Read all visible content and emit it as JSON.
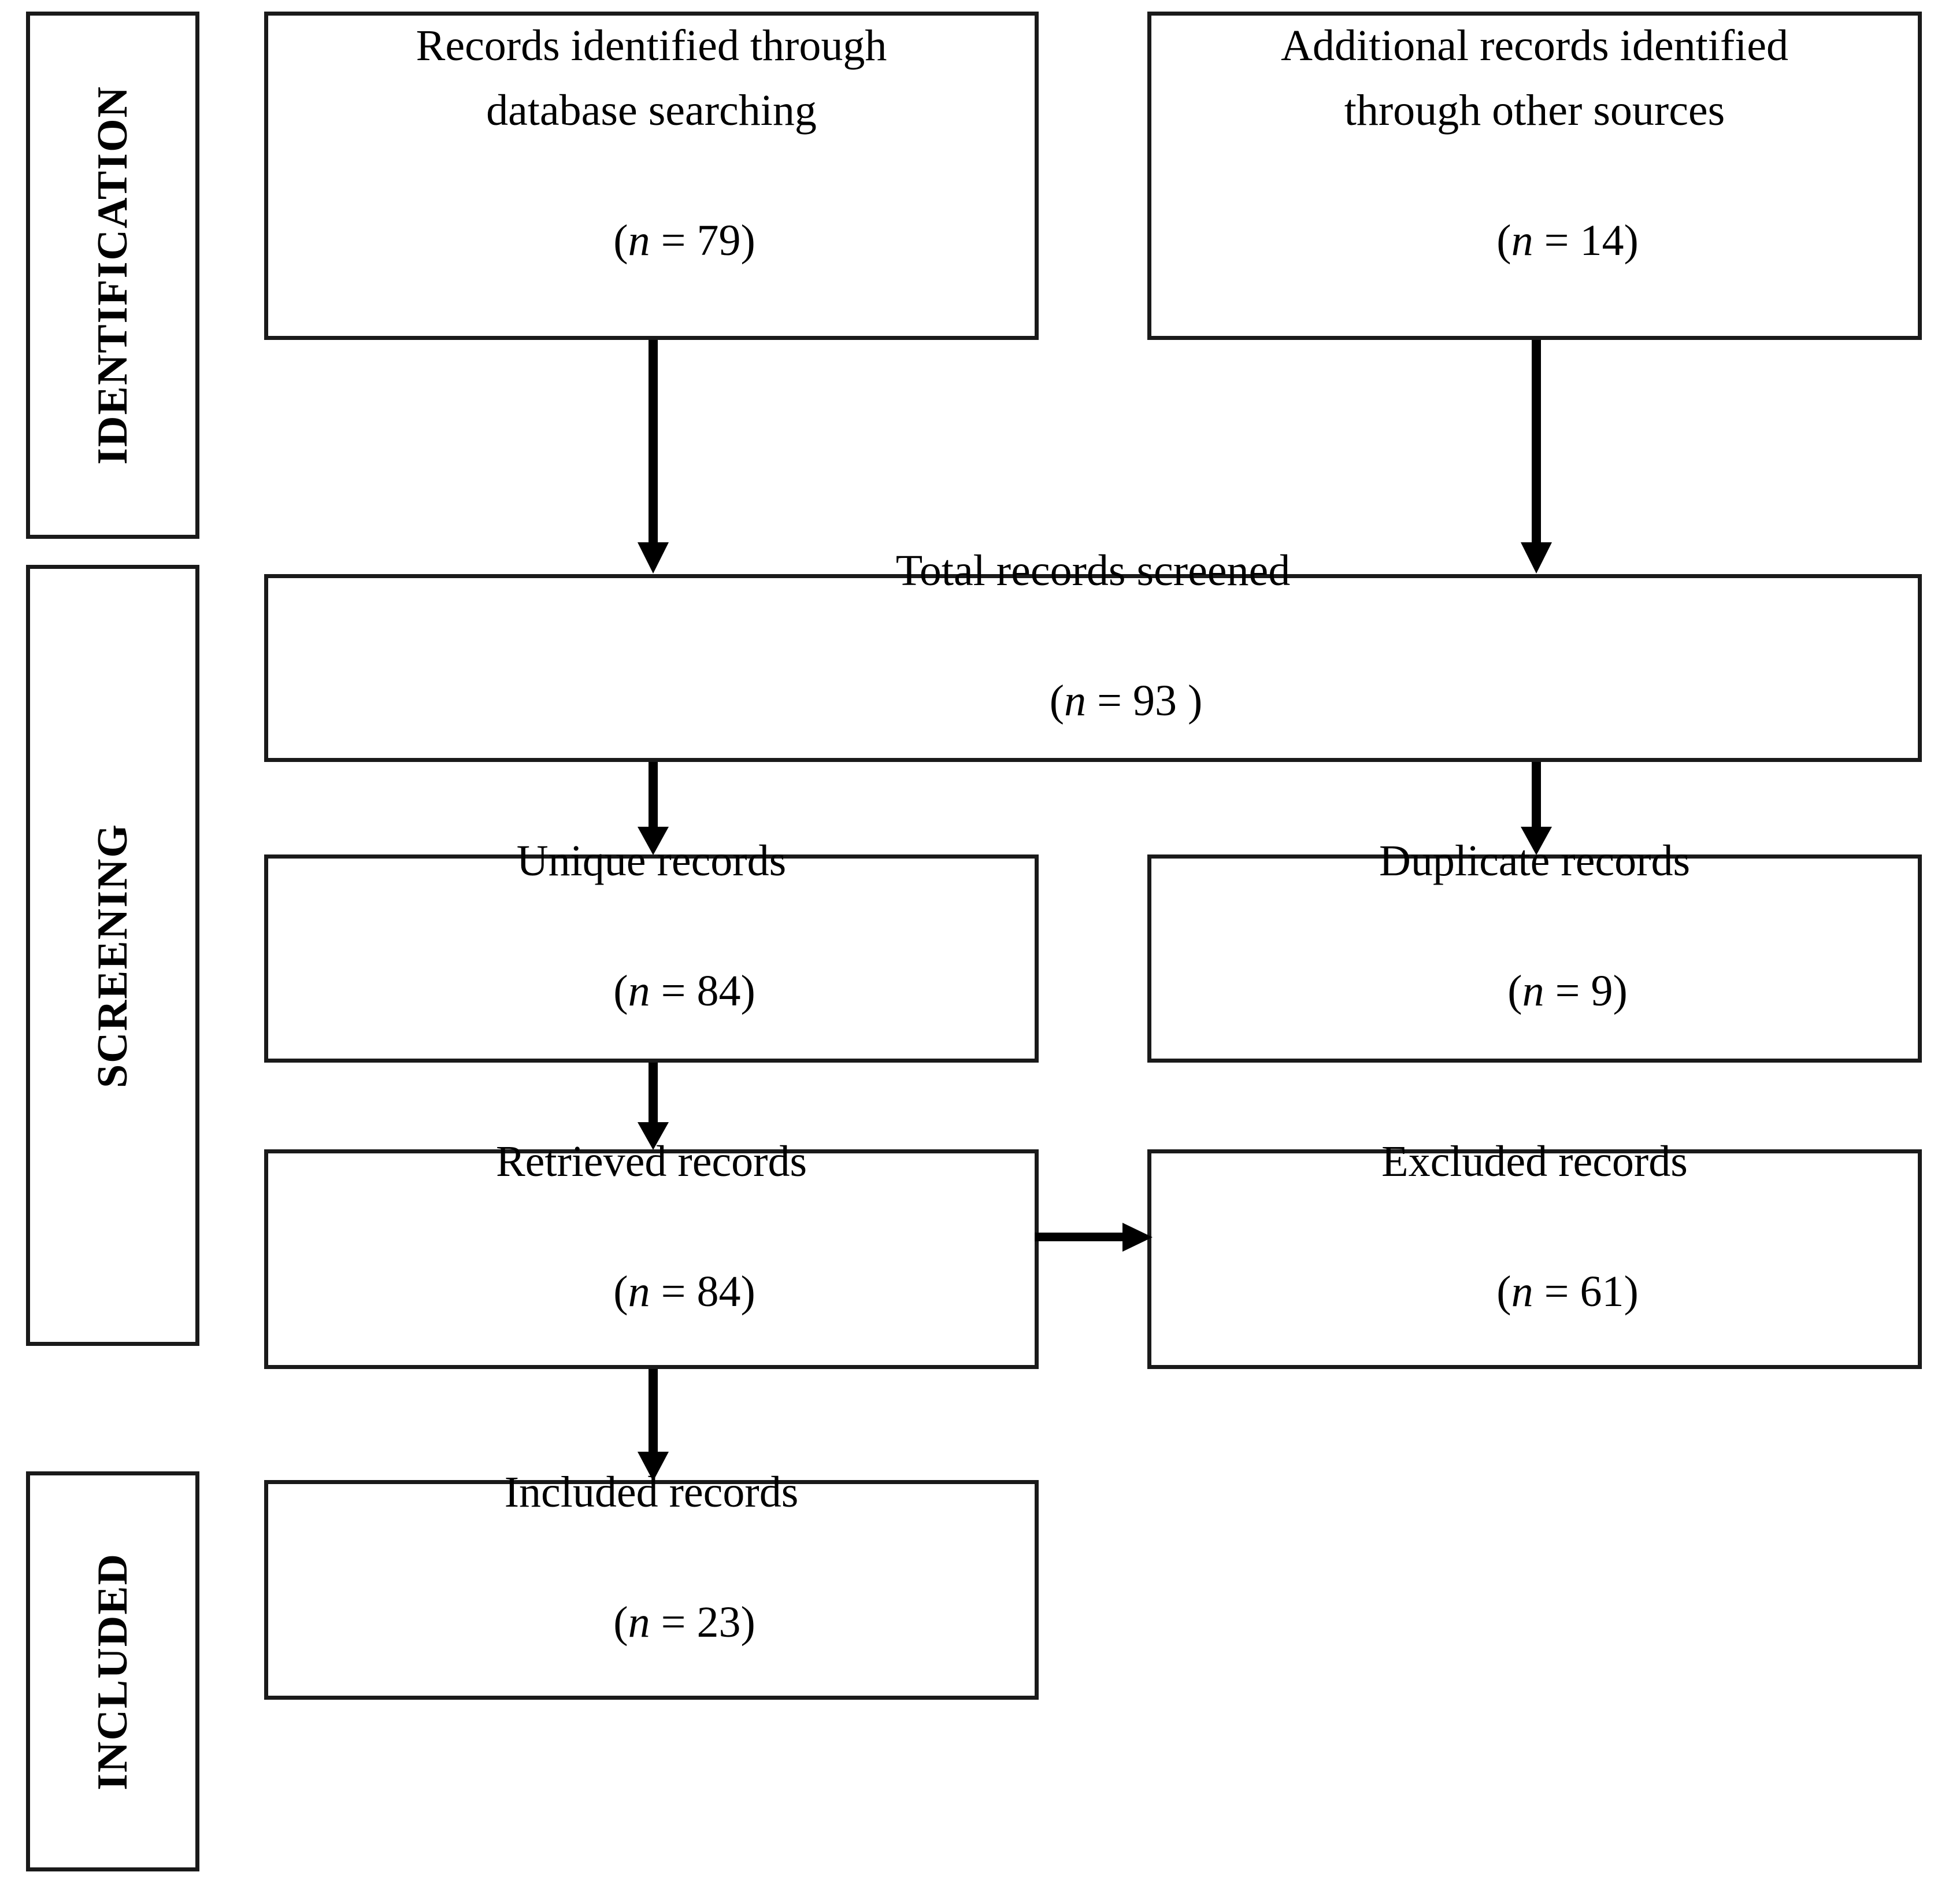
{
  "diagram": {
    "type": "prisma-flow-diagram",
    "title": "PRISMA flow diagram",
    "stages": [
      {
        "id": "identification",
        "label": "IDENTIFICATION"
      },
      {
        "id": "screening",
        "label": "SCREENING"
      },
      {
        "id": "included",
        "label": "INCLUDED"
      }
    ],
    "nodes": [
      {
        "id": "records-database",
        "lines": [
          "Records identified through",
          "database searching"
        ],
        "count_prefix": "(",
        "count_symbol": "n",
        "count_operator": " = ",
        "count_value": "79",
        "count_suffix": ")",
        "count_text": "(n = 79)"
      },
      {
        "id": "records-other-sources",
        "lines": [
          "Additional records identified",
          "through other sources"
        ],
        "count_prefix": "(",
        "count_symbol": "n",
        "count_operator": " = ",
        "count_value": "14",
        "count_suffix": ")",
        "count_text": "(n = 14)"
      },
      {
        "id": "total-screened",
        "lines": [
          "Total records screened"
        ],
        "count_prefix": "(",
        "count_symbol": "n",
        "count_operator": " = ",
        "count_value": "93",
        "count_suffix": " )",
        "count_text": "(n = 93 )"
      },
      {
        "id": "unique-records",
        "lines": [
          "Unique records"
        ],
        "count_prefix": "(",
        "count_symbol": "n",
        "count_operator": " = ",
        "count_value": "84",
        "count_suffix": ")",
        "count_text": "(n = 84)"
      },
      {
        "id": "duplicate-records",
        "lines": [
          "Duplicate records"
        ],
        "count_prefix": "(",
        "count_symbol": "n",
        "count_operator": " = ",
        "count_value": "9",
        "count_suffix": ")",
        "count_text": "(n = 9)"
      },
      {
        "id": "retrieved-records",
        "lines": [
          "Retrieved records"
        ],
        "count_prefix": "(",
        "count_symbol": "n",
        "count_operator": " = ",
        "count_value": "84",
        "count_suffix": ")",
        "count_text": "(n = 84)"
      },
      {
        "id": "excluded-records",
        "lines": [
          "Excluded records"
        ],
        "count_prefix": "(",
        "count_symbol": "n",
        "count_operator": " = ",
        "count_value": "61",
        "count_suffix": ")",
        "count_text": "(n = 61)"
      },
      {
        "id": "included-records",
        "lines": [
          "Included records"
        ],
        "count_prefix": "(",
        "count_symbol": "n",
        "count_operator": " = ",
        "count_value": "23",
        "count_suffix": ")",
        "count_text": "(n = 23)"
      }
    ],
    "edges": [
      {
        "from": "records-database",
        "to": "total-screened",
        "direction": "down"
      },
      {
        "from": "records-other-sources",
        "to": "total-screened",
        "direction": "down"
      },
      {
        "from": "total-screened",
        "to": "unique-records",
        "direction": "down"
      },
      {
        "from": "total-screened",
        "to": "duplicate-records",
        "direction": "down"
      },
      {
        "from": "unique-records",
        "to": "retrieved-records",
        "direction": "down"
      },
      {
        "from": "retrieved-records",
        "to": "excluded-records",
        "direction": "right"
      },
      {
        "from": "retrieved-records",
        "to": "included-records",
        "direction": "down"
      }
    ],
    "colors": {
      "stroke": "#1a1a1a",
      "background": "#ffffff",
      "text": "#000000"
    }
  }
}
